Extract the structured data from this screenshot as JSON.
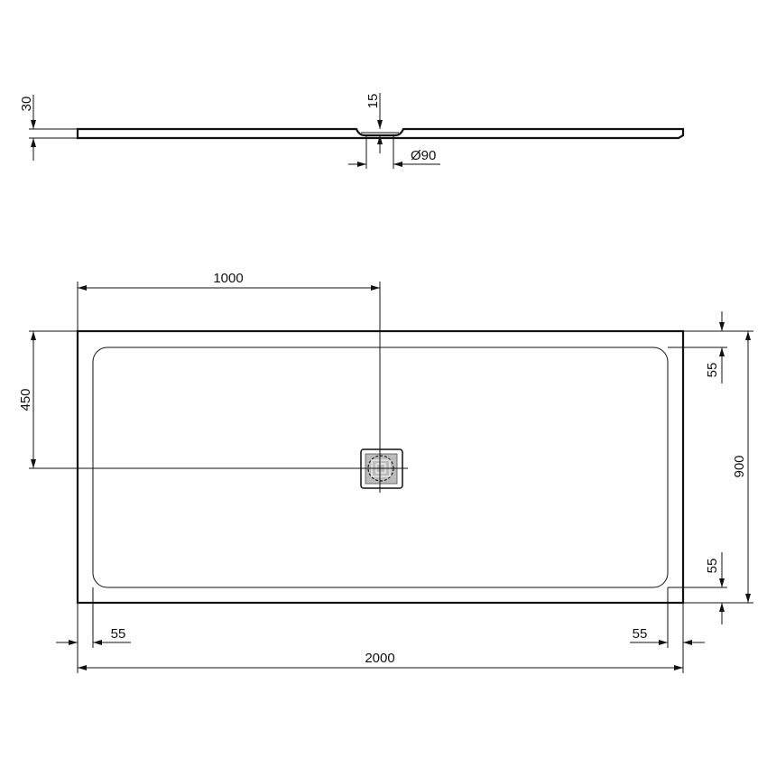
{
  "colors": {
    "line": "#111111",
    "background": "#ffffff"
  },
  "profile_view": {
    "dimensions": {
      "thickness": "30",
      "drain_depth": "15",
      "drain_diameter": "Ø90"
    }
  },
  "plan_view": {
    "dimensions": {
      "drain_offset_x": "1000",
      "drain_offset_y": "450",
      "width": "900",
      "rim_top": "55",
      "rim_bottom": "55",
      "rim_left": "55",
      "rim_right": "55",
      "length": "2000"
    }
  }
}
